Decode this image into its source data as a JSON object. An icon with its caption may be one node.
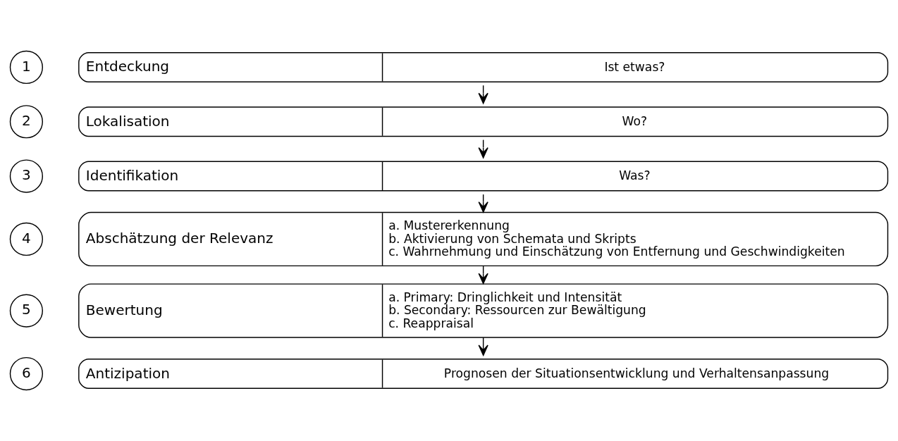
{
  "diagram": {
    "nodes": [
      {
        "text": [
          "1"
        ]
      },
      {
        "text": [
          "Entdeckung",
          "Ist etwas?"
        ]
      },
      {
        "text": [
          "2"
        ]
      },
      {
        "text": [
          "Lokalisation",
          "Wo?"
        ]
      },
      {
        "text": [
          "3"
        ]
      },
      {
        "text": [
          "Identifikation",
          "Was?"
        ]
      },
      {
        "text": [
          "4"
        ]
      },
      {
        "text": [
          "Abschätzung der Relevanz",
          "a. Mustererkennung",
          "b. Aktivierung von Schemata und Skripts",
          "c. Wahrnehmung und Einschätzung von Entfernung und Geschwindigkeiten"
        ]
      },
      {
        "text": [
          "5"
        ]
      },
      {
        "text": [
          "Bewertung",
          "a. Primary: Dringlichkeit und Intensität",
          "b. Secondary: Ressourcen zur Bewältigung",
          "c. Reappraisal"
        ]
      },
      {
        "text": [
          "6"
        ]
      },
      {
        "text": [
          "Antizipation",
          "Prognosen der Situationsentwicklung und Verhaltensanpassung"
        ]
      }
    ],
    "edges": [
      {
        "from": 1,
        "to": 3,
        "arrow": "to"
      },
      {
        "from": 3,
        "to": 5,
        "arrow": "to"
      },
      {
        "from": 5,
        "to": 7,
        "arrow": "to"
      },
      {
        "from": 7,
        "to": 9,
        "arrow": "to"
      },
      {
        "from": 9,
        "to": 11,
        "arrow": "to"
      }
    ]
  }
}
